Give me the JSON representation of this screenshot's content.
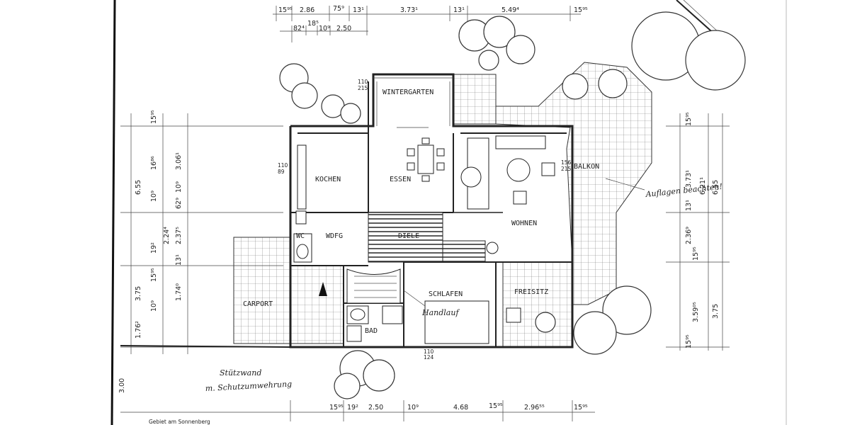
{
  "rooms": {
    "wintergarten": "WINTERGARTEN",
    "kochen": "KOCHEN",
    "essen": "ESSEN",
    "balkon": "BALKON",
    "wohnen": "WOHNEN",
    "wc": "WC",
    "wdfg": "WDFG",
    "diele": "DIELE",
    "carport": "CARPORT",
    "schlafen": "SCHLAFEN",
    "freisitz": "FREISITZ",
    "bad": "BAD"
  },
  "annotations": {
    "handlauf": "Handlauf",
    "auflagen": "Auflagen beachten!",
    "stuetzwand_1": "Stützwand",
    "stuetzwand_2": "m. Schutzumwehrung",
    "bottom_caption": "Gebiet am Sonnenberg"
  },
  "dims_top": {
    "d1": "15⁹⁵",
    "d2": "2.86",
    "d3": "75⁹",
    "d4": "13¹",
    "d5": "3.73¹",
    "d6": "13¹",
    "d7": "5.49⁴",
    "d8": "15⁹⁵"
  },
  "dims_top2": {
    "d1": "82⁴",
    "d2": "18⁵",
    "d3": "10⁹",
    "d4": "2.50"
  },
  "dims_bottom": {
    "d1": "15⁹⁵",
    "d2": "19²",
    "d3": "2.50",
    "d4": "10⁹",
    "d5": "4.68",
    "d6": "15⁹⁵",
    "d7": "2.96⁵⁵",
    "d8": "15⁹⁵"
  },
  "dims_left": {
    "a1": "6.55",
    "a2": "3.75",
    "a3": "1.76²",
    "b1": "15⁹⁵",
    "b2": "16⁸⁶",
    "b3": "10⁹",
    "b4": "19²",
    "b5": "15⁹⁵",
    "b6": "10⁹",
    "c1": "3.06¹",
    "c2": "10⁹",
    "c3": "62⁹",
    "c4": "2.24⁴",
    "c5": "13¹",
    "c6": "2.37⁵",
    "c7": "1.74⁰",
    "far": "3.00"
  },
  "dims_right": {
    "r1": "15⁹⁵",
    "r2": "3.73¹",
    "r3": "13¹",
    "r4": "2.36⁹",
    "r5": "15⁹⁵",
    "r6": "15⁹⁵",
    "r7": "3.59⁰⁵",
    "r8": "6.21¹",
    "r9": "6.55",
    "r10": "3.75"
  },
  "openings": {
    "o1": "110",
    "o2": "215",
    "o3": "110",
    "o4": "89",
    "o5": "156",
    "o6": "215",
    "o7": "110",
    "o8": "124"
  }
}
